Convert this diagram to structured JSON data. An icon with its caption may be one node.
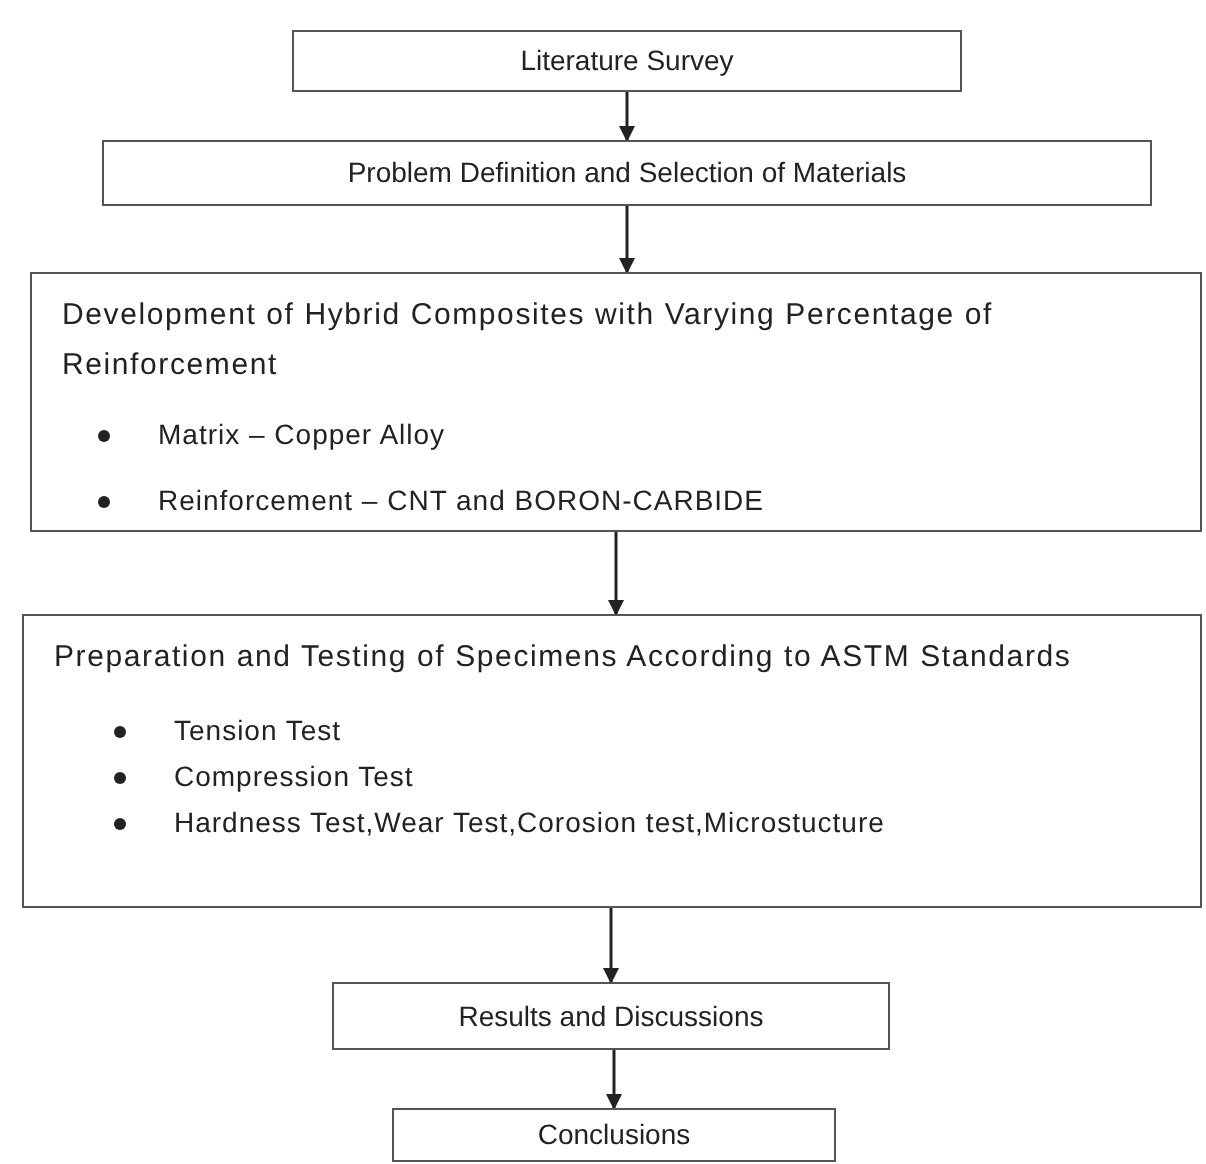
{
  "diagram": {
    "nodes": [
      {
        "text": [
          "Literature Survey"
        ]
      },
      {
        "text": [
          "Problem Definition and Selection of Materials"
        ]
      },
      {
        "text": [
          "Development of Hybrid Composites with Varying Percentage of Reinforcement",
          "Matrix – Copper Alloy",
          "Reinforcement – CNT and BORON-CARBIDE"
        ]
      },
      {
        "text": [
          "Preparation and Testing of Specimens According to ASTM Standards",
          "Tension Test",
          "Compression Test",
          "Hardness Test,Wear Test,Corosion test,Microstucture"
        ]
      },
      {
        "text": [
          "Results and Discussions"
        ]
      },
      {
        "text": [
          "Conclusions"
        ]
      }
    ],
    "edges": [
      {
        "from": 0,
        "to": 1,
        "arrow": "to"
      },
      {
        "from": 1,
        "to": 2,
        "arrow": "to"
      },
      {
        "from": 2,
        "to": 3,
        "arrow": "to"
      },
      {
        "from": 3,
        "to": 4,
        "arrow": "to"
      },
      {
        "from": 4,
        "to": 5,
        "arrow": "to"
      }
    ]
  }
}
